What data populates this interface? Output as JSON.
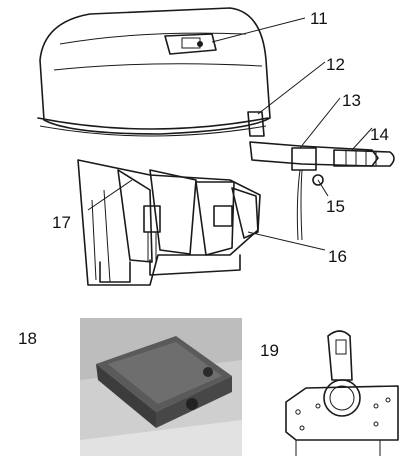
{
  "callouts": {
    "c11": "11",
    "c12": "12",
    "c13": "13",
    "c14": "14",
    "c15": "15",
    "c16": "16",
    "c17": "17",
    "c18": "18",
    "c19": "19"
  },
  "photo": {
    "tone_dark": "#4a4a4a",
    "tone_mid": "#8e8e8e",
    "tone_light": "#d6d6d6"
  }
}
